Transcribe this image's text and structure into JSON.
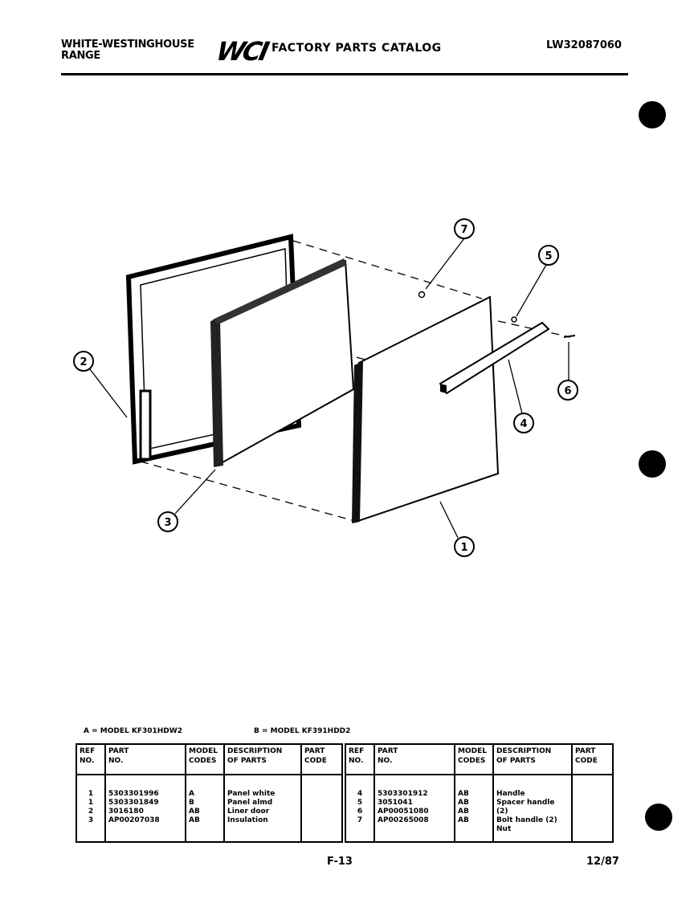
{
  "header": {
    "brand_line1": "WHITE-WESTINGHOUSE",
    "brand_line2": "RANGE",
    "logo": "WCI",
    "title": "FACTORY PARTS CATALOG",
    "catalog_number": "LW32087060"
  },
  "diagram": {
    "callouts": [
      "1",
      "2",
      "3",
      "4",
      "5",
      "6",
      "7"
    ]
  },
  "models": {
    "a": "A = MODEL KF301HDW2",
    "b": "B = MODEL KF391HDD2"
  },
  "table": {
    "headers": {
      "ref_no": [
        "REF",
        "NO."
      ],
      "part_no": [
        "PART",
        "NO."
      ],
      "model_codes": [
        "MODEL",
        "CODES"
      ],
      "description": [
        "DESCRIPTION",
        "OF PARTS"
      ],
      "part_code": [
        "PART",
        "CODE"
      ]
    },
    "left_rows": [
      {
        "ref": "1",
        "part": "5303301996",
        "model": "A",
        "desc": "Panel white"
      },
      {
        "ref": "1",
        "part": "5303301849",
        "model": "B",
        "desc": "Panel almd"
      },
      {
        "ref": "2",
        "part": "3016180",
        "model": "AB",
        "desc": "Liner door"
      },
      {
        "ref": "3",
        "part": "AP00207038",
        "model": "AB",
        "desc": "Insulation"
      }
    ],
    "right_rows": [
      {
        "ref": "4",
        "part": "5303301912",
        "model": "AB",
        "desc": "Handle"
      },
      {
        "ref": "5",
        "part": "3051041",
        "model": "AB",
        "desc": "Spacer handle (2)"
      },
      {
        "ref": "6",
        "part": "AP00051080",
        "model": "AB",
        "desc": "Bolt handle (2)"
      },
      {
        "ref": "7",
        "part": "AP00265008",
        "model": "AB",
        "desc": "Nut"
      }
    ]
  },
  "footer": {
    "page": "F-13",
    "date": "12/87"
  }
}
